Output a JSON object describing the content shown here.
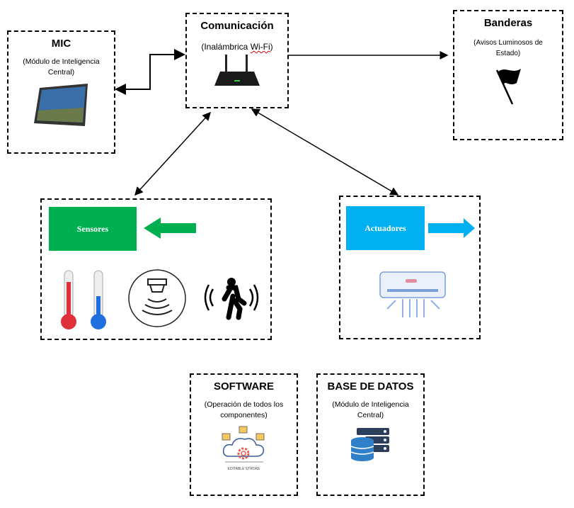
{
  "mic": {
    "title": "MIC",
    "subtitle": "(Módulo de Inteligencia Central)"
  },
  "comunicacion": {
    "title": "Comunicación",
    "subtitle_pre": "(Inalámbrica ",
    "subtitle_sq": "Wi-Fi",
    "subtitle_post": ")"
  },
  "banderas": {
    "title": "Banderas",
    "subtitle": "(Avisos Luminosos de Estado)"
  },
  "sensores": {
    "label": "Sensores",
    "color": "#00b050"
  },
  "actuadores": {
    "label": "Actuadores",
    "color": "#00b0f0"
  },
  "software": {
    "title": "SOFTWARE",
    "subtitle": "(Operación de todos los componentes)",
    "icon_caption": "EDITABLE STROKE"
  },
  "base_datos": {
    "title": "BASE DE DATOS",
    "subtitle": "(Módulo de Inteligencia Central)"
  }
}
